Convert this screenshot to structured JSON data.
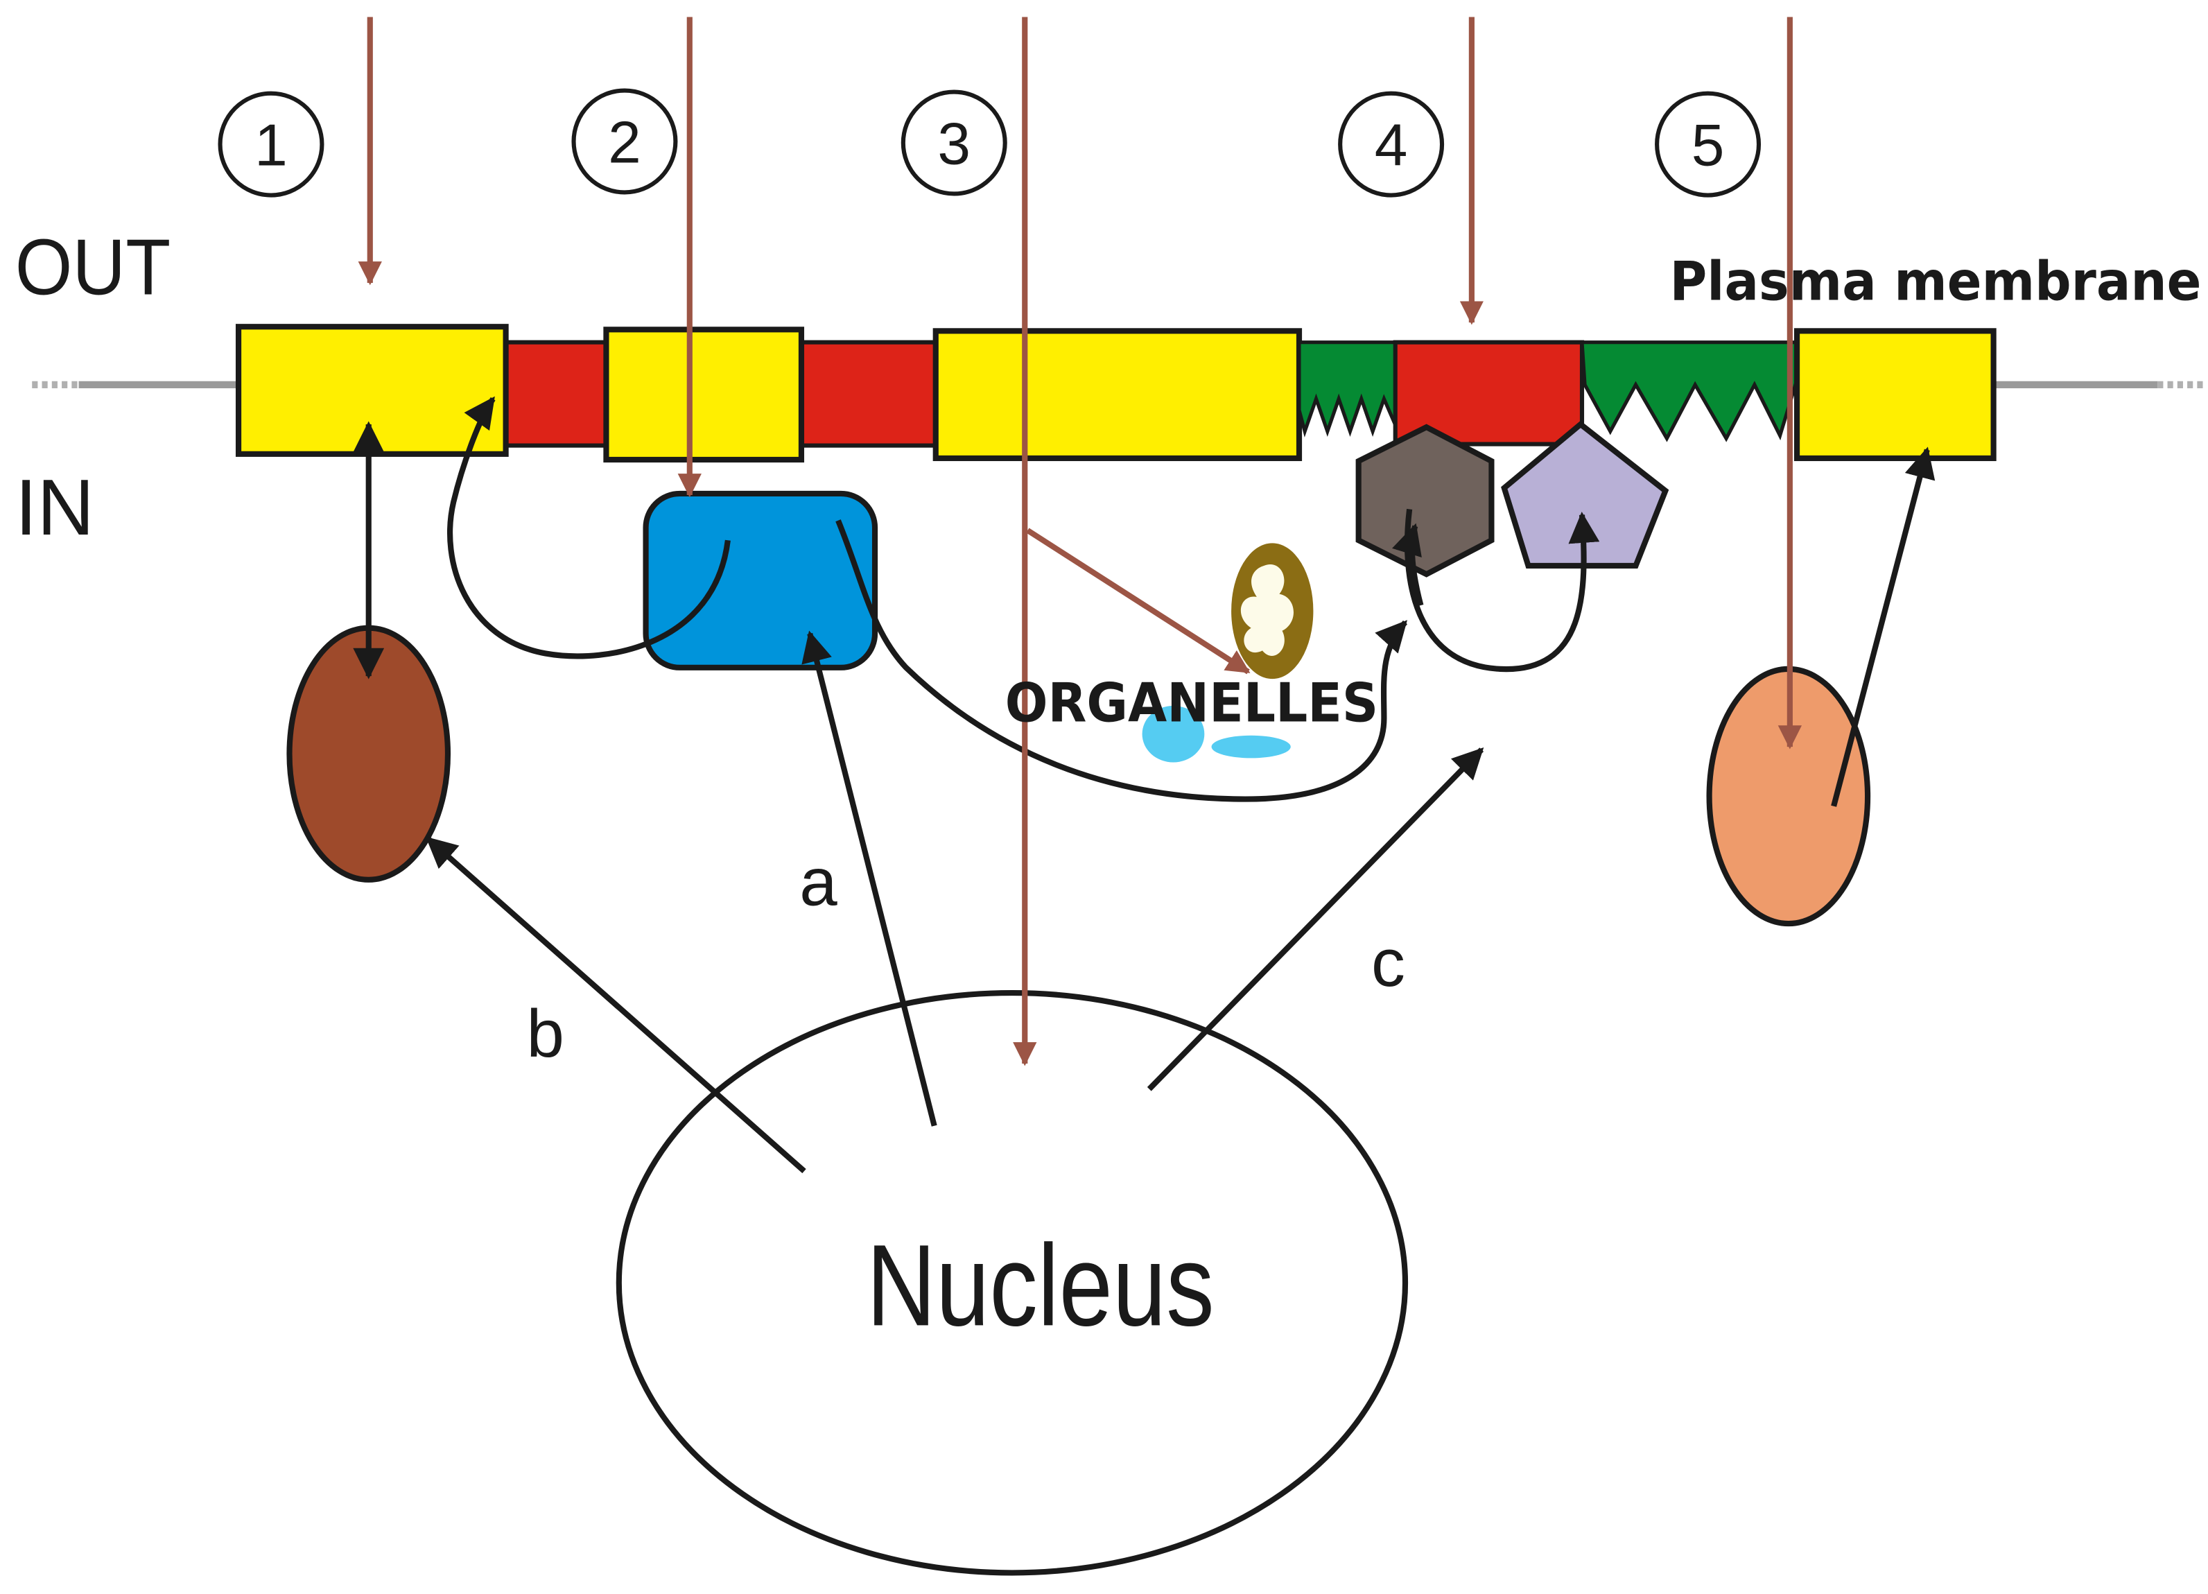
{
  "labels": {
    "out": "OUT",
    "in": "IN",
    "plasma_membrane": "Plasma membrane",
    "organelles": "ORGANELLES",
    "nucleus": "Nucleus",
    "a": "a",
    "b": "b",
    "c": "c"
  },
  "steps": [
    "1",
    "2",
    "3",
    "4",
    "5"
  ],
  "colors": {
    "signal_arrow": "#9c5545",
    "membrane_yellow": "#ffef00",
    "membrane_red": "#dd2318",
    "membrane_green": "#058a33",
    "blue_box": "#0094db",
    "brown_oval": "#9e4a2b",
    "orange_oval": "#ee9b6b",
    "hexagon": "#6f625c",
    "pentagon": "#b8b0d6",
    "organelle_olive": "#8b6d14",
    "organelle_cyan": "#55ccf2",
    "outline": "#1a1a1a"
  }
}
